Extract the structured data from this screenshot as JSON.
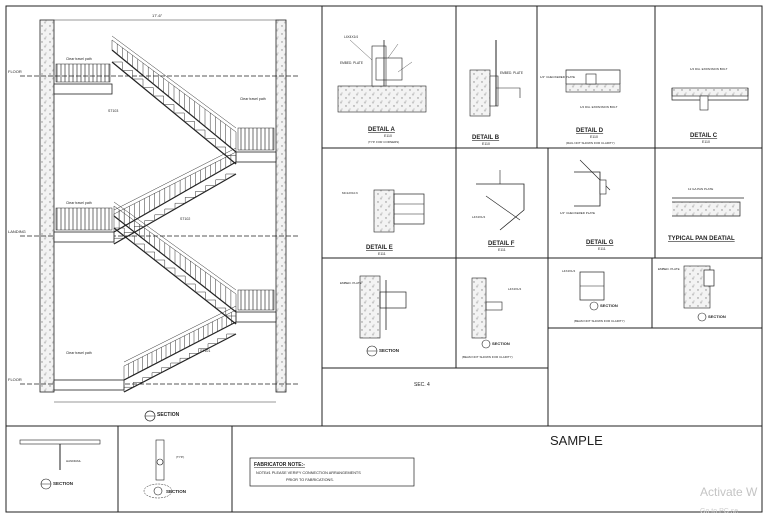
{
  "sheet": {
    "sample_label": "SAMPLE",
    "watermark_line1": "Activate W",
    "watermark_line2": "Go to PC se"
  },
  "main_section": {
    "label": "SECTION",
    "levels": [
      "FLOOR",
      "LANDING",
      "FLOOR"
    ],
    "notes": [
      "Clear travel path",
      "Clear travel path",
      "Clear travel path",
      "Clear travel path"
    ],
    "marks": [
      "ST103",
      "ST102",
      "ST101"
    ]
  },
  "details": {
    "a": {
      "title": "DETAIL A",
      "ref": "E110",
      "note": "(TYP. FOR CORNERS)"
    },
    "b": {
      "title": "DETAIL B",
      "ref": "E110"
    },
    "d": {
      "title": "DETAIL D",
      "ref": "E110",
      "note": "(RAIL NOT SHOWN FOR CLARITY)"
    },
    "c": {
      "title": "DETAIL C",
      "ref": "E110"
    },
    "e": {
      "title": "DETAIL E",
      "ref": "E111"
    },
    "f": {
      "title": "DETAIL F",
      "ref": "E111"
    },
    "g": {
      "title": "DETAIL G",
      "ref": "E111"
    },
    "pan": {
      "title": "TYPICAL PAN DEATIAL"
    }
  },
  "sections": {
    "s1": {
      "label": "SECTION"
    },
    "s2": {
      "label": "SECTION",
      "note": "(BEAM NOT SHOWN FOR CLARITY)"
    },
    "s3": {
      "label": "SECTION",
      "note": "(BEAM NOT SHOWN FOR CLARITY)"
    },
    "s4": {
      "label": "SECTION"
    },
    "s5": {
      "label": "SECTION"
    },
    "s6": {
      "label": "SECTION"
    }
  },
  "sec_tag": "SEC. 4",
  "fabricator": {
    "title": "FABRICATOR NOTE:-",
    "line1": "NOTE#1 PLEASE VERIFY CONNECTION ARRANGEMENTS",
    "line2": "PRIOR TO FABRICATIONS."
  },
  "callouts": {
    "handrail": "HANDRAIL",
    "embed_plate": "EMBED. PLATE",
    "typ": "(TYP.)",
    "angle": "L4X4X1/4",
    "bolt": "1/2 DIA. EXPANSION BOLT",
    "checkered": "1/2\" CHECKERED PLATE",
    "pan": "12 GA PAN PLATE",
    "stringer": "MC12X10.6"
  }
}
